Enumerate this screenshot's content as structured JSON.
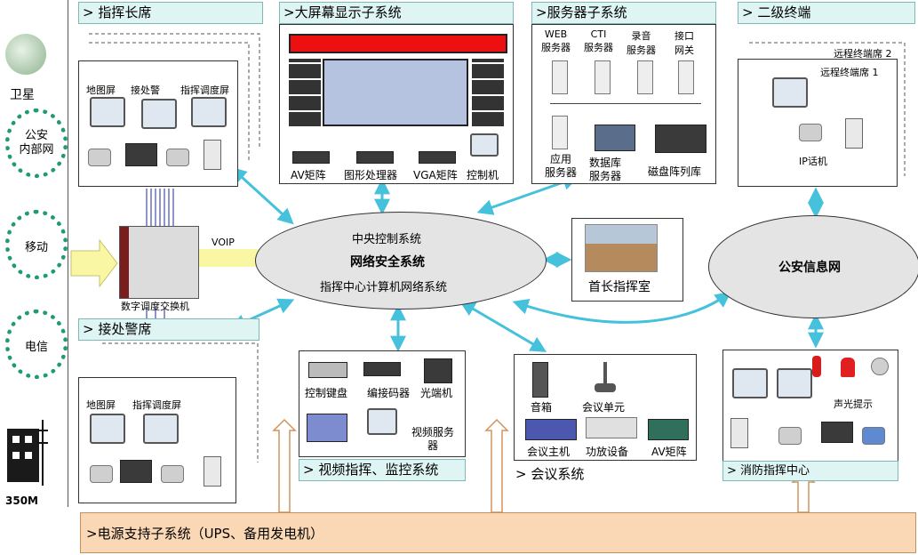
{
  "left": {
    "satellite": "卫星",
    "clouds": [
      "公安\n内部网",
      "移动",
      "电信"
    ],
    "tower_label": "350M"
  },
  "command_chief": {
    "title": "> 指挥长席",
    "devices": [
      "地图屏",
      "接处警",
      "指挥调度屏"
    ]
  },
  "big_screen": {
    "title": ">大屏幕显示子系统",
    "labels": [
      "AV矩阵",
      "图形处理器",
      "VGA矩阵",
      "控制机"
    ]
  },
  "server": {
    "title": ">服务器子系统",
    "top": [
      "WEB\n服务器",
      "CTI\n服务器",
      "录音\n服务器",
      "接口\n网关"
    ],
    "bottom": [
      "应用\n服务器",
      "数据库\n服务器",
      "磁盘阵列库"
    ]
  },
  "terminal": {
    "title": "> 二级终端",
    "remote2": "远程终端席 2",
    "remote1": "远程终端席 1",
    "ip_phone": "IP话机"
  },
  "switch": {
    "voip": "VOIP",
    "name": "数字调度交换机"
  },
  "central": {
    "line1": "中央控制系统",
    "line2": "网络安全系统",
    "line3": "指挥中心计算机网络系统"
  },
  "chief_room": "首长指挥室",
  "police_net": "公安信息网",
  "receive": {
    "title": "> 接处警席",
    "devices": [
      "地图屏",
      "指挥调度屏"
    ]
  },
  "video": {
    "title": "> 视频指挥、监控系统",
    "labels": [
      "控制键盘",
      "编接码器",
      "光端机",
      "视频服务\n器"
    ]
  },
  "conference": {
    "title": "> 会议系统",
    "labels": [
      "音箱",
      "会议单元",
      "会议主机",
      "功放设备",
      "AV矩阵"
    ]
  },
  "fire": {
    "title": "> 消防指挥中心",
    "alarm": "声光提示"
  },
  "power": ">电源支持子系统（UPS、备用发电机）",
  "colors": {
    "arrow": "#45c1dc",
    "header_bg": "#dff5f4",
    "power_bg": "#fbd8b5",
    "ellipse": "#e4e4e4"
  }
}
